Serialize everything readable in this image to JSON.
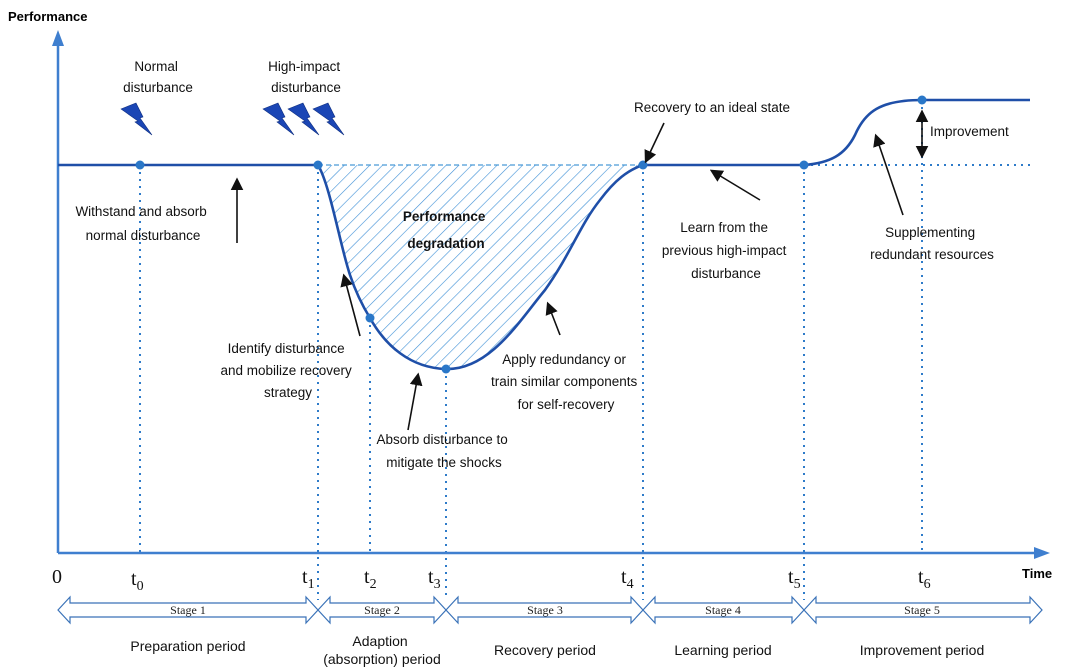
{
  "axes": {
    "y_label": "Performance",
    "x_label": "Time",
    "origin": "0"
  },
  "ticks": [
    {
      "base": "t",
      "sub": "0"
    },
    {
      "base": "t",
      "sub": "1"
    },
    {
      "base": "t",
      "sub": "2"
    },
    {
      "base": "t",
      "sub": "3"
    },
    {
      "base": "t",
      "sub": "4"
    },
    {
      "base": "t",
      "sub": "5"
    },
    {
      "base": "t",
      "sub": "6"
    }
  ],
  "disturbances": {
    "normal": [
      "Normal",
      "disturbance"
    ],
    "high_impact": [
      "High-impact",
      "disturbance"
    ]
  },
  "region": {
    "label": [
      "Performance",
      "degradation"
    ]
  },
  "annotations": {
    "withstand": [
      "Withstand and absorb",
      "normal disturbance"
    ],
    "identify": [
      "Identify disturbance",
      "and mobilize recovery",
      "strategy"
    ],
    "absorb": [
      "Absorb disturbance to",
      "mitigate the shocks"
    ],
    "apply": [
      "Apply redundancy or",
      "train similar  components",
      "for self-recovery"
    ],
    "recovery_ideal": "Recovery to an ideal state",
    "learn": [
      "Learn from the",
      "previous high-impact",
      "disturbance"
    ],
    "supplement": [
      "Supplementing",
      "redundant resources"
    ],
    "improvement": "Improvement"
  },
  "stages": [
    {
      "label": "Stage 1",
      "period": [
        "Preparation period"
      ]
    },
    {
      "label": "Stage 2",
      "period": [
        "Adaption",
        "(absorption) period"
      ]
    },
    {
      "label": "Stage 3",
      "period": [
        "Recovery period"
      ]
    },
    {
      "label": "Stage 4",
      "period": [
        "Learning period"
      ]
    },
    {
      "label": "Stage 5",
      "period": [
        "Improvement period"
      ]
    }
  ],
  "colors": {
    "curve": "#1f4fa8",
    "axis": "#3f7fcf",
    "point": "#2a77c8",
    "dotted": "#2e7bc9",
    "hatch": "#3d8fd6",
    "lightning": "#1b46b5",
    "stage_border": "#3a72b8"
  }
}
